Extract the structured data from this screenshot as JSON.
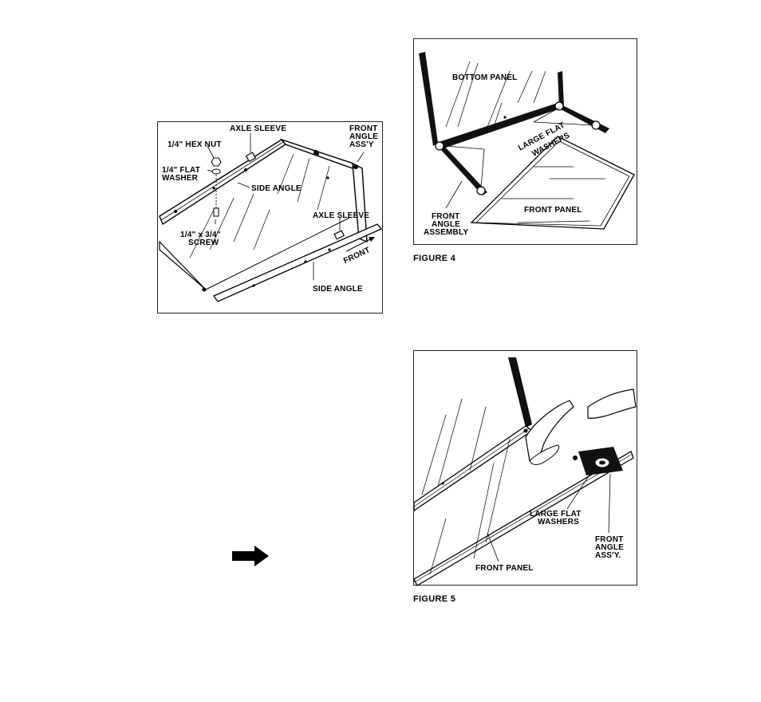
{
  "figure3": {
    "labels": {
      "axle_sleeve_top": "AXLE SLEEVE",
      "front_angle_assy": [
        "FRONT",
        "ANGLE",
        "ASS'Y"
      ],
      "hex_nut": "1/4\" HEX NUT",
      "flat_washer": [
        "1/4\" FLAT",
        "WASHER"
      ],
      "side_angle_top": "SIDE ANGLE",
      "screw": [
        "1/4\" x 3/4\"",
        "SCREW"
      ],
      "axle_sleeve_right": "AXLE SLEEVE",
      "front": "FRONT",
      "side_angle_bottom": "SIDE ANGLE"
    }
  },
  "figure4": {
    "caption": "FIGURE 4",
    "labels": {
      "bottom_panel": "BOTTOM PANEL",
      "large_flat_washers": [
        "LARGE FLAT",
        "WASHERS"
      ],
      "front_angle_assembly": [
        "FRONT",
        "ANGLE",
        "ASSEMBLY"
      ],
      "front_panel": "FRONT PANEL"
    }
  },
  "figure5": {
    "caption": "FIGURE 5",
    "labels": {
      "large_flat_washers": [
        "LARGE FLAT",
        "WASHERS"
      ],
      "front_angle_assy": [
        "FRONT",
        "ANGLE",
        "ASS'Y."
      ],
      "front_panel": "FRONT PANEL"
    }
  },
  "next_page_arrow": "right-arrow-icon"
}
